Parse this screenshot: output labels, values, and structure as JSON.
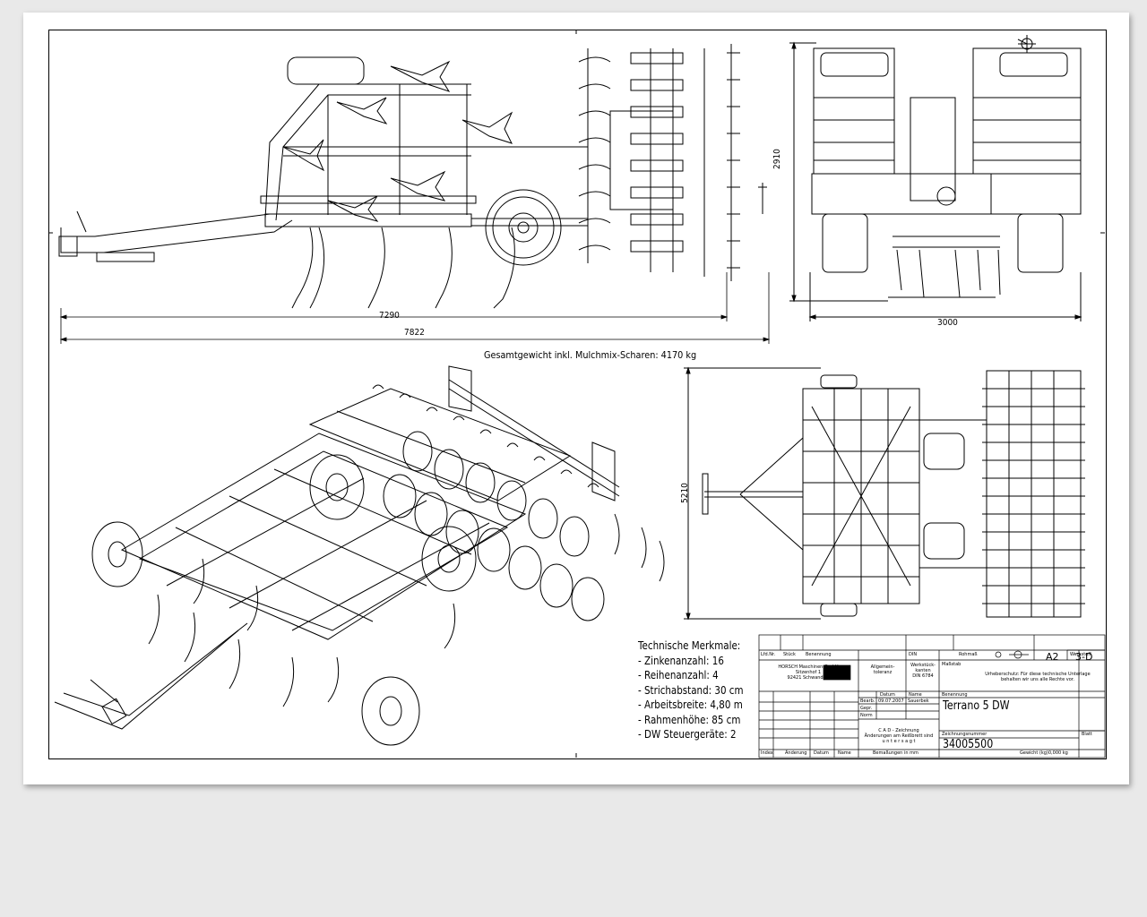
{
  "drawing": {
    "dimensions": {
      "length_frame": "7290",
      "length_total": "7822",
      "height": "2910",
      "width_front": "3000",
      "width_top": "5210"
    },
    "total_weight_caption": "Gesamtgewicht inkl. Mulchmix-Scharen: 4170 kg",
    "tech": {
      "title": "Technische Merkmale:",
      "items": [
        "- Zinkenanzahl: 16",
        "- Reihenanzahl: 4",
        "- Strichabstand: 30 cm",
        "- Arbeitsbreite: 4,80 m",
        "- Rahmenhöhe: 85 cm",
        "- DW Steuergeräte: 2"
      ]
    }
  },
  "title_block": {
    "lfd_nr": "Lfd.Nr.",
    "stueck": "Stück",
    "benennung_hdr": "Benennung",
    "din": "DIN",
    "rohmass": "Rohmaß",
    "werkstoff": "Werkstoff",
    "company_l1": "HORSCH Maschinen GmbH",
    "company_l2": "Sitzenhof 1",
    "company_l3": "92421 Schwandorf",
    "allg_l1": "Allgemein-",
    "allg_l2": "toleranz",
    "werk_l1": "Werkstück-",
    "werk_l2": "kanten",
    "werk_l3": "DIN 6784",
    "massstab": "Maßstab",
    "format": "A2",
    "view": "3-D",
    "copyright_l1": "Urheberschutz: Für diese technische Unterlage",
    "copyright_l2": "behalten wir uns alle Rechte vor.",
    "datum": "Datum",
    "name": "Name",
    "bearb": "Bearb.",
    "bearb_date": "09.07.2007",
    "bearb_name": "Sauerbek",
    "gepr": "Gepr.",
    "norm": "Norm",
    "benennung_label": "Benennung",
    "benennung_value": "Terrano  5 DW",
    "cad_l1": "C A D - Zeichnung",
    "cad_l2": "Änderungen am Reißbrett sind",
    "cad_l3": "u n t e r s a g t",
    "zeichnungsnr_label": "Zeichnungsnummer",
    "zeichnungsnr": "34005500",
    "blatt": "Blatt",
    "index": "Index",
    "aenderung": "Änderung",
    "datum2": "Datum",
    "name2": "Name",
    "bemassungen": "Bemaßungen in mm",
    "gewicht": "Gewicht (kg)0,000 kg"
  }
}
